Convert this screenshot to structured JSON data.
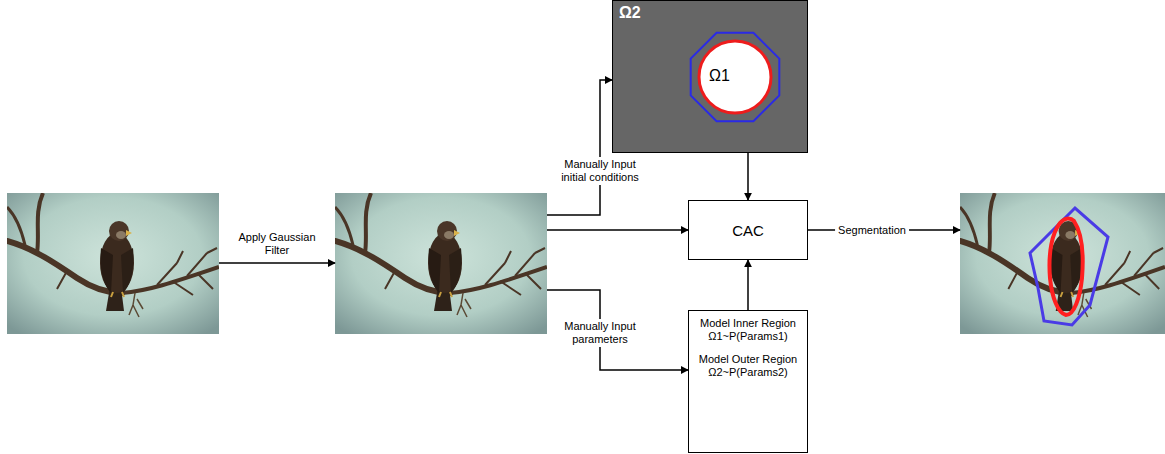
{
  "diagram": {
    "nodes": [
      {
        "text": []
      },
      {
        "text": []
      },
      {
        "text": [
          "Ω2",
          "Ω1"
        ]
      },
      {
        "text": [
          "CAC"
        ]
      },
      {
        "text": [
          "Model Inner Region Ω1~P(Params1)",
          "Model Outer Region Ω2~P(Params2)"
        ]
      },
      {
        "text": []
      }
    ],
    "edges": [
      {
        "from": 0,
        "to": 1,
        "label": "Apply Gaussian Filter",
        "arrow": "to"
      },
      {
        "from": 1,
        "to": 2,
        "label": "Manually Input initial conditions",
        "arrow": "to"
      },
      {
        "from": 1,
        "to": 3,
        "arrow": "to"
      },
      {
        "from": 1,
        "to": 4,
        "label": "Manually Input parameters",
        "arrow": "to"
      },
      {
        "from": 2,
        "to": 3,
        "arrow": "to"
      },
      {
        "from": 4,
        "to": 3,
        "arrow": "to"
      },
      {
        "from": 3,
        "to": 5,
        "label": "Segmentation",
        "arrow": "to"
      }
    ]
  }
}
